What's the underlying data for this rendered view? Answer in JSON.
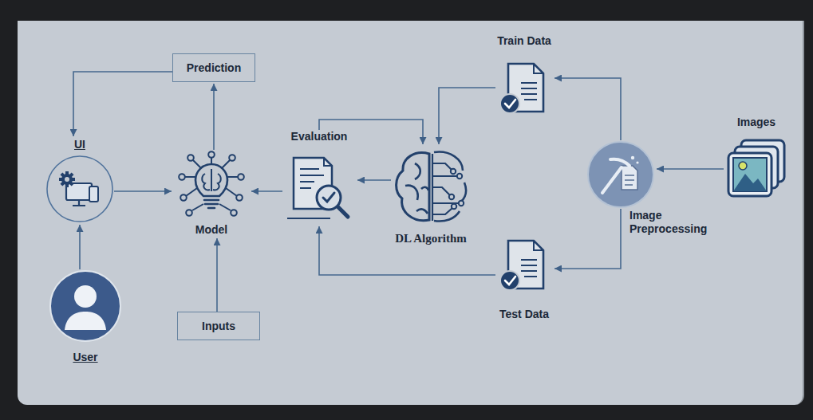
{
  "diagram": {
    "nodes": [
      {
        "text": [
          "Prediction"
        ]
      },
      {
        "text": [
          "UI"
        ]
      },
      {
        "text": [
          "Model"
        ]
      },
      {
        "text": [
          "Evaluation"
        ]
      },
      {
        "text": [
          "DL Algorithm"
        ]
      },
      {
        "text": [
          "Train Data"
        ]
      },
      {
        "text": [
          "Image Preprocessing"
        ]
      },
      {
        "text": [
          "Images"
        ]
      },
      {
        "text": [
          "Test Data"
        ]
      },
      {
        "text": [
          "User"
        ]
      },
      {
        "text": [
          "Inputs"
        ]
      }
    ],
    "edges": [
      {
        "from": 7,
        "to": 6,
        "arrow": "to"
      },
      {
        "from": 6,
        "to": 5,
        "arrow": "to"
      },
      {
        "from": 6,
        "to": 8,
        "arrow": "to"
      },
      {
        "from": 5,
        "to": 4,
        "arrow": "to"
      },
      {
        "from": 8,
        "to": 3,
        "arrow": "to"
      },
      {
        "from": 4,
        "to": 3,
        "arrow": "to"
      },
      {
        "from": 3,
        "to": 4,
        "arrow": "to"
      },
      {
        "from": 3,
        "to": 2,
        "arrow": "to"
      },
      {
        "from": 1,
        "to": 2,
        "arrow": "to"
      },
      {
        "from": 2,
        "to": 0,
        "arrow": "to"
      },
      {
        "from": 0,
        "to": 1,
        "arrow": "to"
      },
      {
        "from": 10,
        "to": 2,
        "arrow": "to"
      },
      {
        "from": 9,
        "to": 1,
        "arrow": "to"
      }
    ]
  }
}
